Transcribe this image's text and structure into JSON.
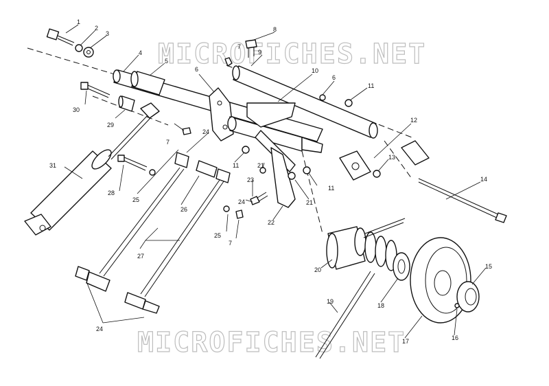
{
  "watermark": "MICROFICHES.NET",
  "callouts": [
    {
      "id": "c1",
      "text": "1"
    },
    {
      "id": "c2",
      "text": "2"
    },
    {
      "id": "c3",
      "text": "3"
    },
    {
      "id": "c4",
      "text": "4"
    },
    {
      "id": "c5",
      "text": "5"
    },
    {
      "id": "c6a",
      "text": "6"
    },
    {
      "id": "c6b",
      "text": "6"
    },
    {
      "id": "c7a",
      "text": "7"
    },
    {
      "id": "c7b",
      "text": "7"
    },
    {
      "id": "c7c",
      "text": "7"
    },
    {
      "id": "c8",
      "text": "8"
    },
    {
      "id": "c9",
      "text": "9"
    },
    {
      "id": "c10",
      "text": "10"
    },
    {
      "id": "c11a",
      "text": "11"
    },
    {
      "id": "c11b",
      "text": "11"
    },
    {
      "id": "c11c",
      "text": "11"
    },
    {
      "id": "c12",
      "text": "12"
    },
    {
      "id": "c13",
      "text": "13"
    },
    {
      "id": "c14",
      "text": "14"
    },
    {
      "id": "c15",
      "text": "15"
    },
    {
      "id": "c16",
      "text": "16"
    },
    {
      "id": "c17",
      "text": "17"
    },
    {
      "id": "c18",
      "text": "18"
    },
    {
      "id": "c19",
      "text": "19"
    },
    {
      "id": "c20",
      "text": "20"
    },
    {
      "id": "c21a",
      "text": "21"
    },
    {
      "id": "c21b",
      "text": "21"
    },
    {
      "id": "c22",
      "text": "22"
    },
    {
      "id": "c23",
      "text": "23"
    },
    {
      "id": "c24a",
      "text": "24"
    },
    {
      "id": "c24b",
      "text": "24"
    },
    {
      "id": "c24c",
      "text": "24"
    },
    {
      "id": "c25a",
      "text": "25"
    },
    {
      "id": "c25b",
      "text": "25"
    },
    {
      "id": "c26",
      "text": "26"
    },
    {
      "id": "c27",
      "text": "27"
    },
    {
      "id": "c28",
      "text": "28"
    },
    {
      "id": "c29",
      "text": "29"
    },
    {
      "id": "c30",
      "text": "30"
    },
    {
      "id": "c31",
      "text": "31"
    }
  ]
}
